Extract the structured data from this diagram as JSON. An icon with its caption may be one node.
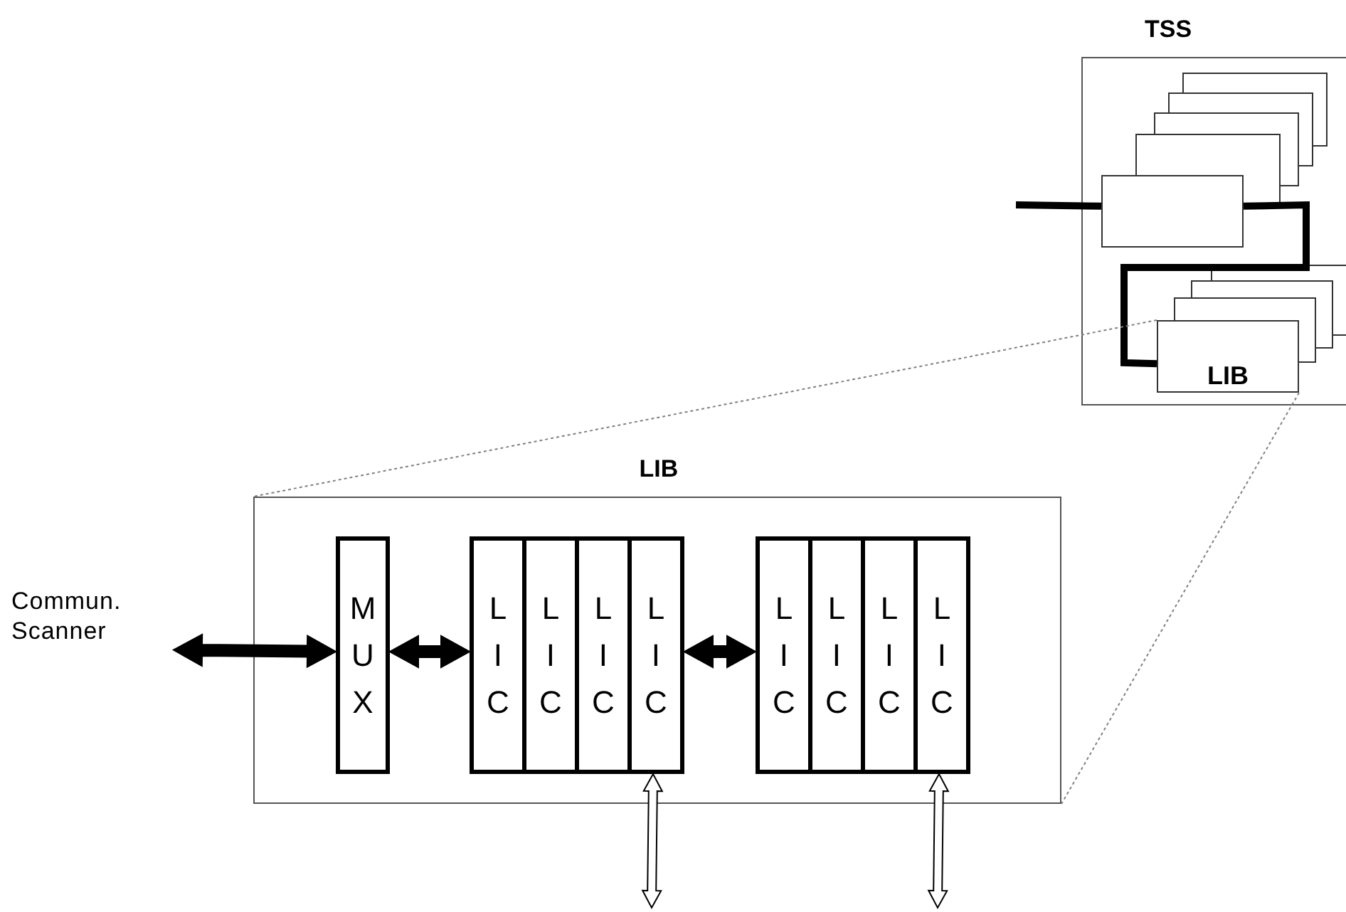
{
  "diagram": {
    "nodes": [
      {
        "text": [
          "TSS"
        ]
      },
      {
        "text": [],
        "shape": "box",
        "in": 0
      },
      {
        "text": [],
        "shape": "box",
        "in": 0
      },
      {
        "text": [],
        "shape": "box",
        "in": 0
      },
      {
        "text": [],
        "shape": "box",
        "in": 0
      },
      {
        "text": [],
        "shape": "box",
        "in": 0
      },
      {
        "text": [],
        "shape": "box",
        "in": 0
      },
      {
        "text": [],
        "shape": "box",
        "in": 0
      },
      {
        "text": [],
        "shape": "box",
        "in": 0
      },
      {
        "text": [
          "LIB"
        ],
        "in": 0
      },
      {
        "text": [
          "LIB"
        ]
      },
      {
        "text": [
          "Commun. Scanner"
        ]
      },
      {
        "text": [
          "MUX"
        ],
        "in": 10
      },
      {
        "text": [
          "LIC"
        ],
        "in": 10
      },
      {
        "text": [
          "LIC"
        ],
        "in": 10
      },
      {
        "text": [
          "LIC"
        ],
        "in": 10
      },
      {
        "text": [
          "LIC"
        ],
        "in": 10
      },
      {
        "text": [
          "LIC"
        ],
        "in": 10
      },
      {
        "text": [
          "LIC"
        ],
        "in": 10
      },
      {
        "text": [
          "LIC"
        ],
        "in": 10
      },
      {
        "text": [
          "LIC"
        ],
        "in": 10
      }
    ],
    "edges": [
      {
        "from": null,
        "to": 5,
        "arrow": "none",
        "style": "thick"
      },
      {
        "from": 5,
        "to": 9,
        "arrow": "none",
        "style": "thick"
      },
      {
        "from": 9,
        "to": 10,
        "arrow": "none",
        "style": "dashed",
        "color": "#808080"
      },
      {
        "from": 9,
        "to": 10,
        "arrow": "none",
        "style": "dashed",
        "color": "#808080"
      },
      {
        "from": 11,
        "to": 12,
        "arrow": "both"
      },
      {
        "from": 12,
        "to": 13,
        "arrow": "both"
      },
      {
        "from": 16,
        "to": 17,
        "arrow": "both"
      },
      {
        "from": 16,
        "to": null,
        "arrow": "both",
        "color": "#ffffff"
      },
      {
        "from": 20,
        "to": null,
        "arrow": "both",
        "color": "#ffffff"
      }
    ]
  }
}
